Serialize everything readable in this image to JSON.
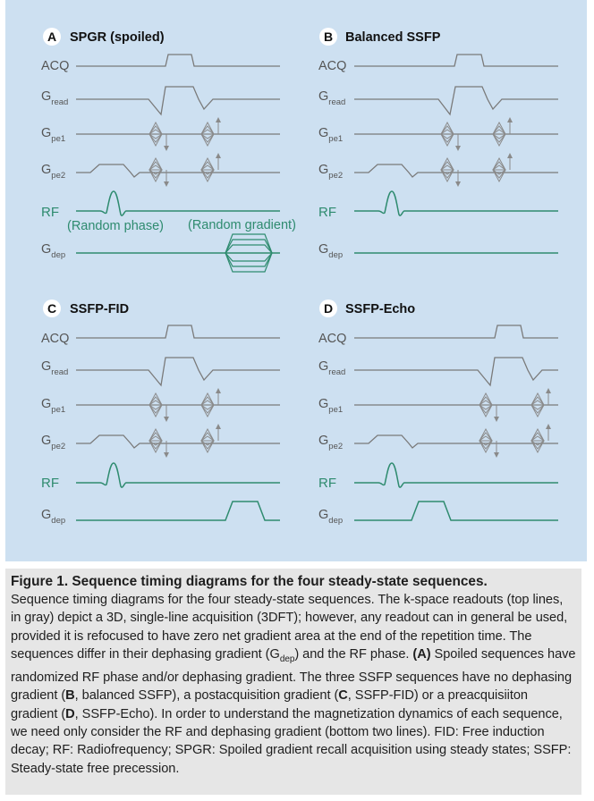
{
  "colors": {
    "figure_bg": "#cde0f1",
    "caption_bg": "#e6e6e6",
    "gray_trace": "#7a7a7a",
    "green_trace": "#2e8b6f"
  },
  "row_labels": {
    "acq": "ACQ",
    "g": "G",
    "read_sub": "read",
    "pe1_sub": "pe1",
    "pe2_sub": "pe2",
    "rf": "RF",
    "dep_sub": "dep"
  },
  "panels": [
    {
      "letter": "A",
      "title": "SPGR (spoiled)"
    },
    {
      "letter": "B",
      "title": "Balanced SSFP"
    },
    {
      "letter": "C",
      "title": "SSFP-FID"
    },
    {
      "letter": "D",
      "title": "SSFP-Echo"
    }
  ],
  "annotations": {
    "random_phase": "(Random phase)",
    "random_gradient": "(Random gradient)"
  },
  "caption": {
    "title": "Figure 1. Sequence timing diagrams for the four steady-state sequences.",
    "body_1": "Sequence timing diagrams for the four steady-state sequences. The k-space readouts (top lines, in gray) depict a 3D, single-line acquisition (3DFT); however, any readout can in general be used, provided it is refocused to have zero net gradient area at the end of the repetition time. The sequences differ in their dephasing gradient (G",
    "body_dep_sub": "dep",
    "body_2": ") and the RF phase. ",
    "bold_a": "(A)",
    "body_3": " Spoiled sequences have randomized RF phase and/or dephasing gradient. The three SSFP sequences have no dephasing gradient (",
    "bold_b": "B",
    "body_4": ", balanced SSFP), a postacquisition gradient (",
    "bold_c": "C",
    "body_5": ", SSFP-FID) or a preacquisiiton gradient (",
    "bold_d": "D",
    "body_6": ", SSFP-Echo). In order to understand the magnetization dynamics of each sequence, we need only consider the RF and dephasing gradient (bottom two lines). FID: Free induction decay; RF: Radiofrequency; SPGR: Spoiled gradient recall acquisition using steady states; SSFP: Steady-state free precession."
  }
}
